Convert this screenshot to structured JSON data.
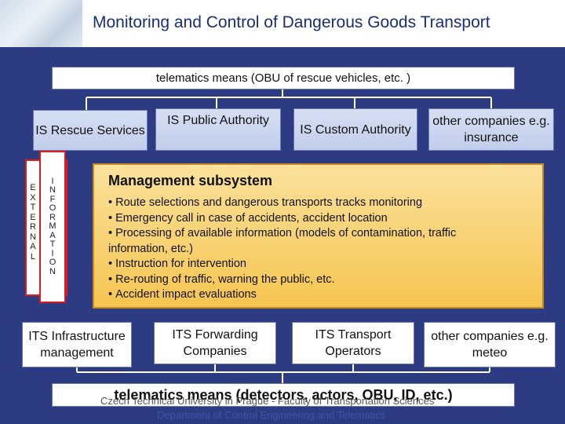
{
  "header": {
    "title": "Monitoring and Control of Dangerous Goods Transport"
  },
  "top_bar": {
    "label": "telematics means (OBU of rescue vehicles, etc. )"
  },
  "top_row": [
    {
      "label": "IS Rescue Services"
    },
    {
      "label": "IS Public Authority"
    },
    {
      "label": "IS Custom Authority"
    },
    {
      "label": "other companies e.g. insurance"
    }
  ],
  "side_labels": {
    "external": [
      "E",
      "X",
      "T",
      "E",
      "R",
      "N",
      "A",
      "L"
    ],
    "information": [
      "I",
      "N",
      "F",
      "O",
      "R",
      "M",
      "A",
      "T",
      "I",
      "O",
      "N"
    ]
  },
  "management": {
    "title": "Management subsystem",
    "items": [
      "Route selections and dangerous transports tracks monitoring",
      "Emergency call in case of accidents, accident location",
      "Processing of available information (models of contamination, traffic information, etc.)",
      "Instruction for intervention",
      "Re-routing of traffic, warning the public, etc.",
      "Accident impact evaluations"
    ]
  },
  "bottom_row": [
    {
      "label": "ITS Infrastructure management"
    },
    {
      "label": "ITS Forwarding Companies"
    },
    {
      "label": "ITS Transport Operators"
    },
    {
      "label": "other companies e.g. meteo"
    }
  ],
  "bottom_bar": {
    "label": "telematics means (detectors, actors, OBU, ID, etc.)"
  },
  "footer": {
    "line1": "Czech Technical University in Prague - Faculty of Transportation Sciences",
    "line2": "Department of Control Engineering and Telematics"
  },
  "colors": {
    "panel": "#2c3b82",
    "title": "#1a2d78",
    "management": "#f5c551",
    "side_border": "#e01b1b"
  }
}
